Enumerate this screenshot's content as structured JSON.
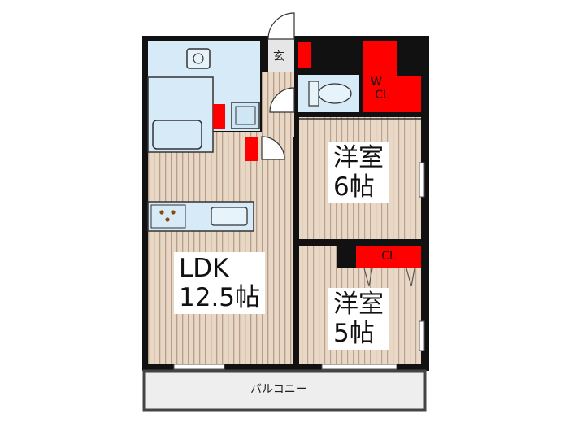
{
  "rooms": {
    "ldk": {
      "name": "LDK",
      "size": "12.5帖"
    },
    "room1": {
      "name": "洋室",
      "size": "6帖"
    },
    "room2": {
      "name": "洋室",
      "size": "5帖"
    }
  },
  "labels": {
    "entrance": "玄",
    "wcl_top": "W－",
    "wcl_bottom": "CL",
    "cl": "CL",
    "balcony": "バルコニー"
  },
  "colors": {
    "wall": "#111111",
    "floor": "#e8d7c4",
    "wet_area": "#d6ebf7",
    "closet": "#ff0000",
    "balcony": "#eeeeee"
  }
}
